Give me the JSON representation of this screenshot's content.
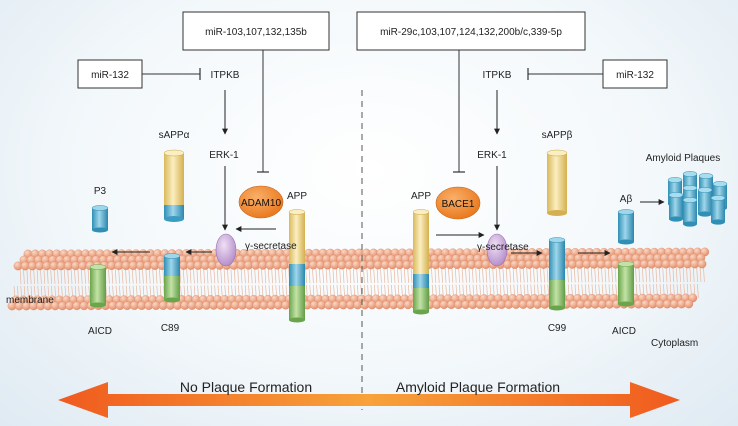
{
  "left": {
    "top_box": "miR-103,107,132,135b",
    "mir_box": "miR-132",
    "itpkb": "ITPKB",
    "erk": "ERK-1",
    "sapp": "sAPPα",
    "p3": "P3",
    "adam": "ADAM10",
    "app": "APP",
    "gsec": "γ-secretase",
    "aicd": "AICD",
    "cterm": "C89",
    "membrane": "membrane",
    "formation": "No Plaque Formation"
  },
  "right": {
    "top_box": "miR-29c,103,107,124,132,200b/c,339-5p",
    "mir_box": "miR-132",
    "itpkb": "ITPKB",
    "erk": "ERK-1",
    "sapp": "sAPPβ",
    "app": "APP",
    "bace": "BACE1",
    "gsec": "γ-secretase",
    "abeta": "Aβ",
    "plaques": "Amyloid Plaques",
    "cterm": "C99",
    "aicd": "AICD",
    "cytoplasm": "Cytoplasm",
    "formation": "Amyloid Plaque Formation"
  },
  "colors": {
    "lipid": "#f0a98a",
    "lipid_tail": "#e8b8a0",
    "enzyme": "#f28a2c",
    "secretase": "#c9a6d8",
    "app_yellow": "#f3dc8c",
    "app_blue": "#4eaed0",
    "app_green": "#8cc46a",
    "arrow": "#f05a1e"
  }
}
